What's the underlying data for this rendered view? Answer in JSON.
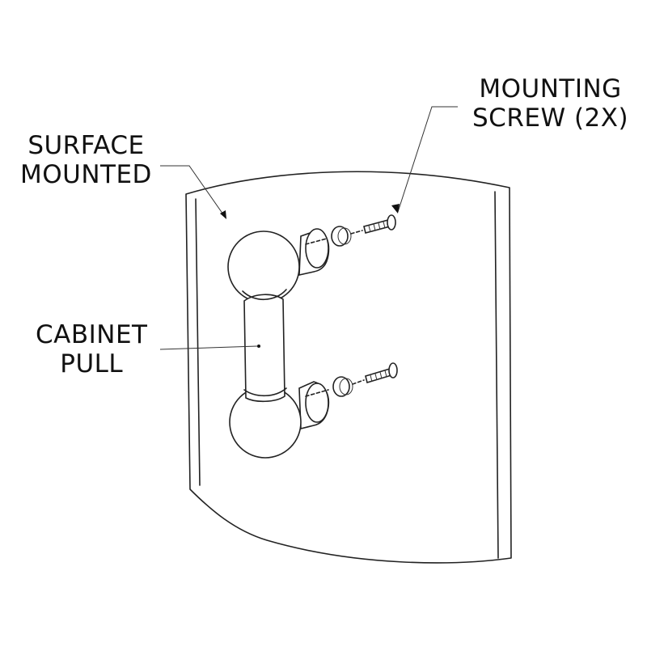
{
  "labels": {
    "mounting_screw": [
      "MOUNTING",
      "SCREW (2X)"
    ],
    "surface_mounted": [
      "SURFACE",
      "MOUNTED"
    ],
    "cabinet_pull": [
      "CABINET",
      "PULL"
    ]
  },
  "colors": {
    "line": "#222222",
    "background": "#ffffff"
  }
}
